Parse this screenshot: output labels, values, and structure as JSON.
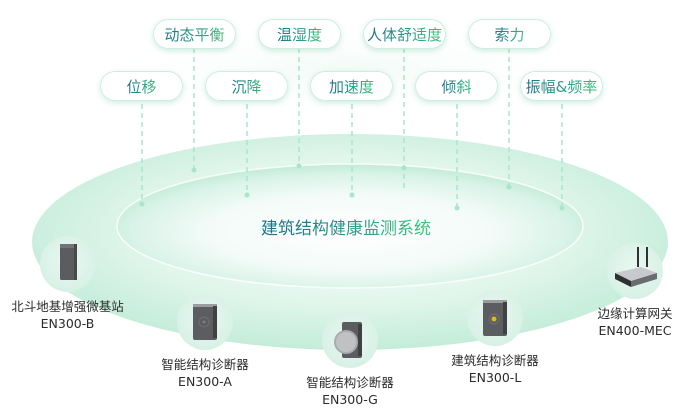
{
  "title": "建筑结构健康监测系统",
  "colors": {
    "accent_start": "#1d6f86",
    "accent_end": "#3ec07a",
    "ring_fill": "#d6f2e6",
    "dash_line": "#a8e6cb",
    "device_text": "#2b2b2b"
  },
  "metrics_top_row": [
    {
      "label": "动态平衡"
    },
    {
      "label": "温湿度"
    },
    {
      "label": "人体舒适度"
    },
    {
      "label": "索力"
    }
  ],
  "metrics_bottom_row": [
    {
      "label": "位移"
    },
    {
      "label": "沉降"
    },
    {
      "label": "加速度"
    },
    {
      "label": "倾斜"
    },
    {
      "label": "振幅&频率"
    }
  ],
  "devices": [
    {
      "name": "北斗地基增强微基站",
      "model": "EN300-B",
      "icon": "base-station-icon"
    },
    {
      "name": "智能结构诊断器",
      "model": "EN300-A",
      "icon": "diagnostic-device-icon"
    },
    {
      "name": "智能结构诊断器",
      "model": "EN300-G",
      "icon": "diagnostic-device-round-icon"
    },
    {
      "name": "建筑结构诊断器",
      "model": "EN300-L",
      "icon": "diagnostic-device-yellow-icon"
    },
    {
      "name": "边缘计算网关",
      "model": "EN400-MEC",
      "icon": "gateway-router-icon"
    }
  ]
}
